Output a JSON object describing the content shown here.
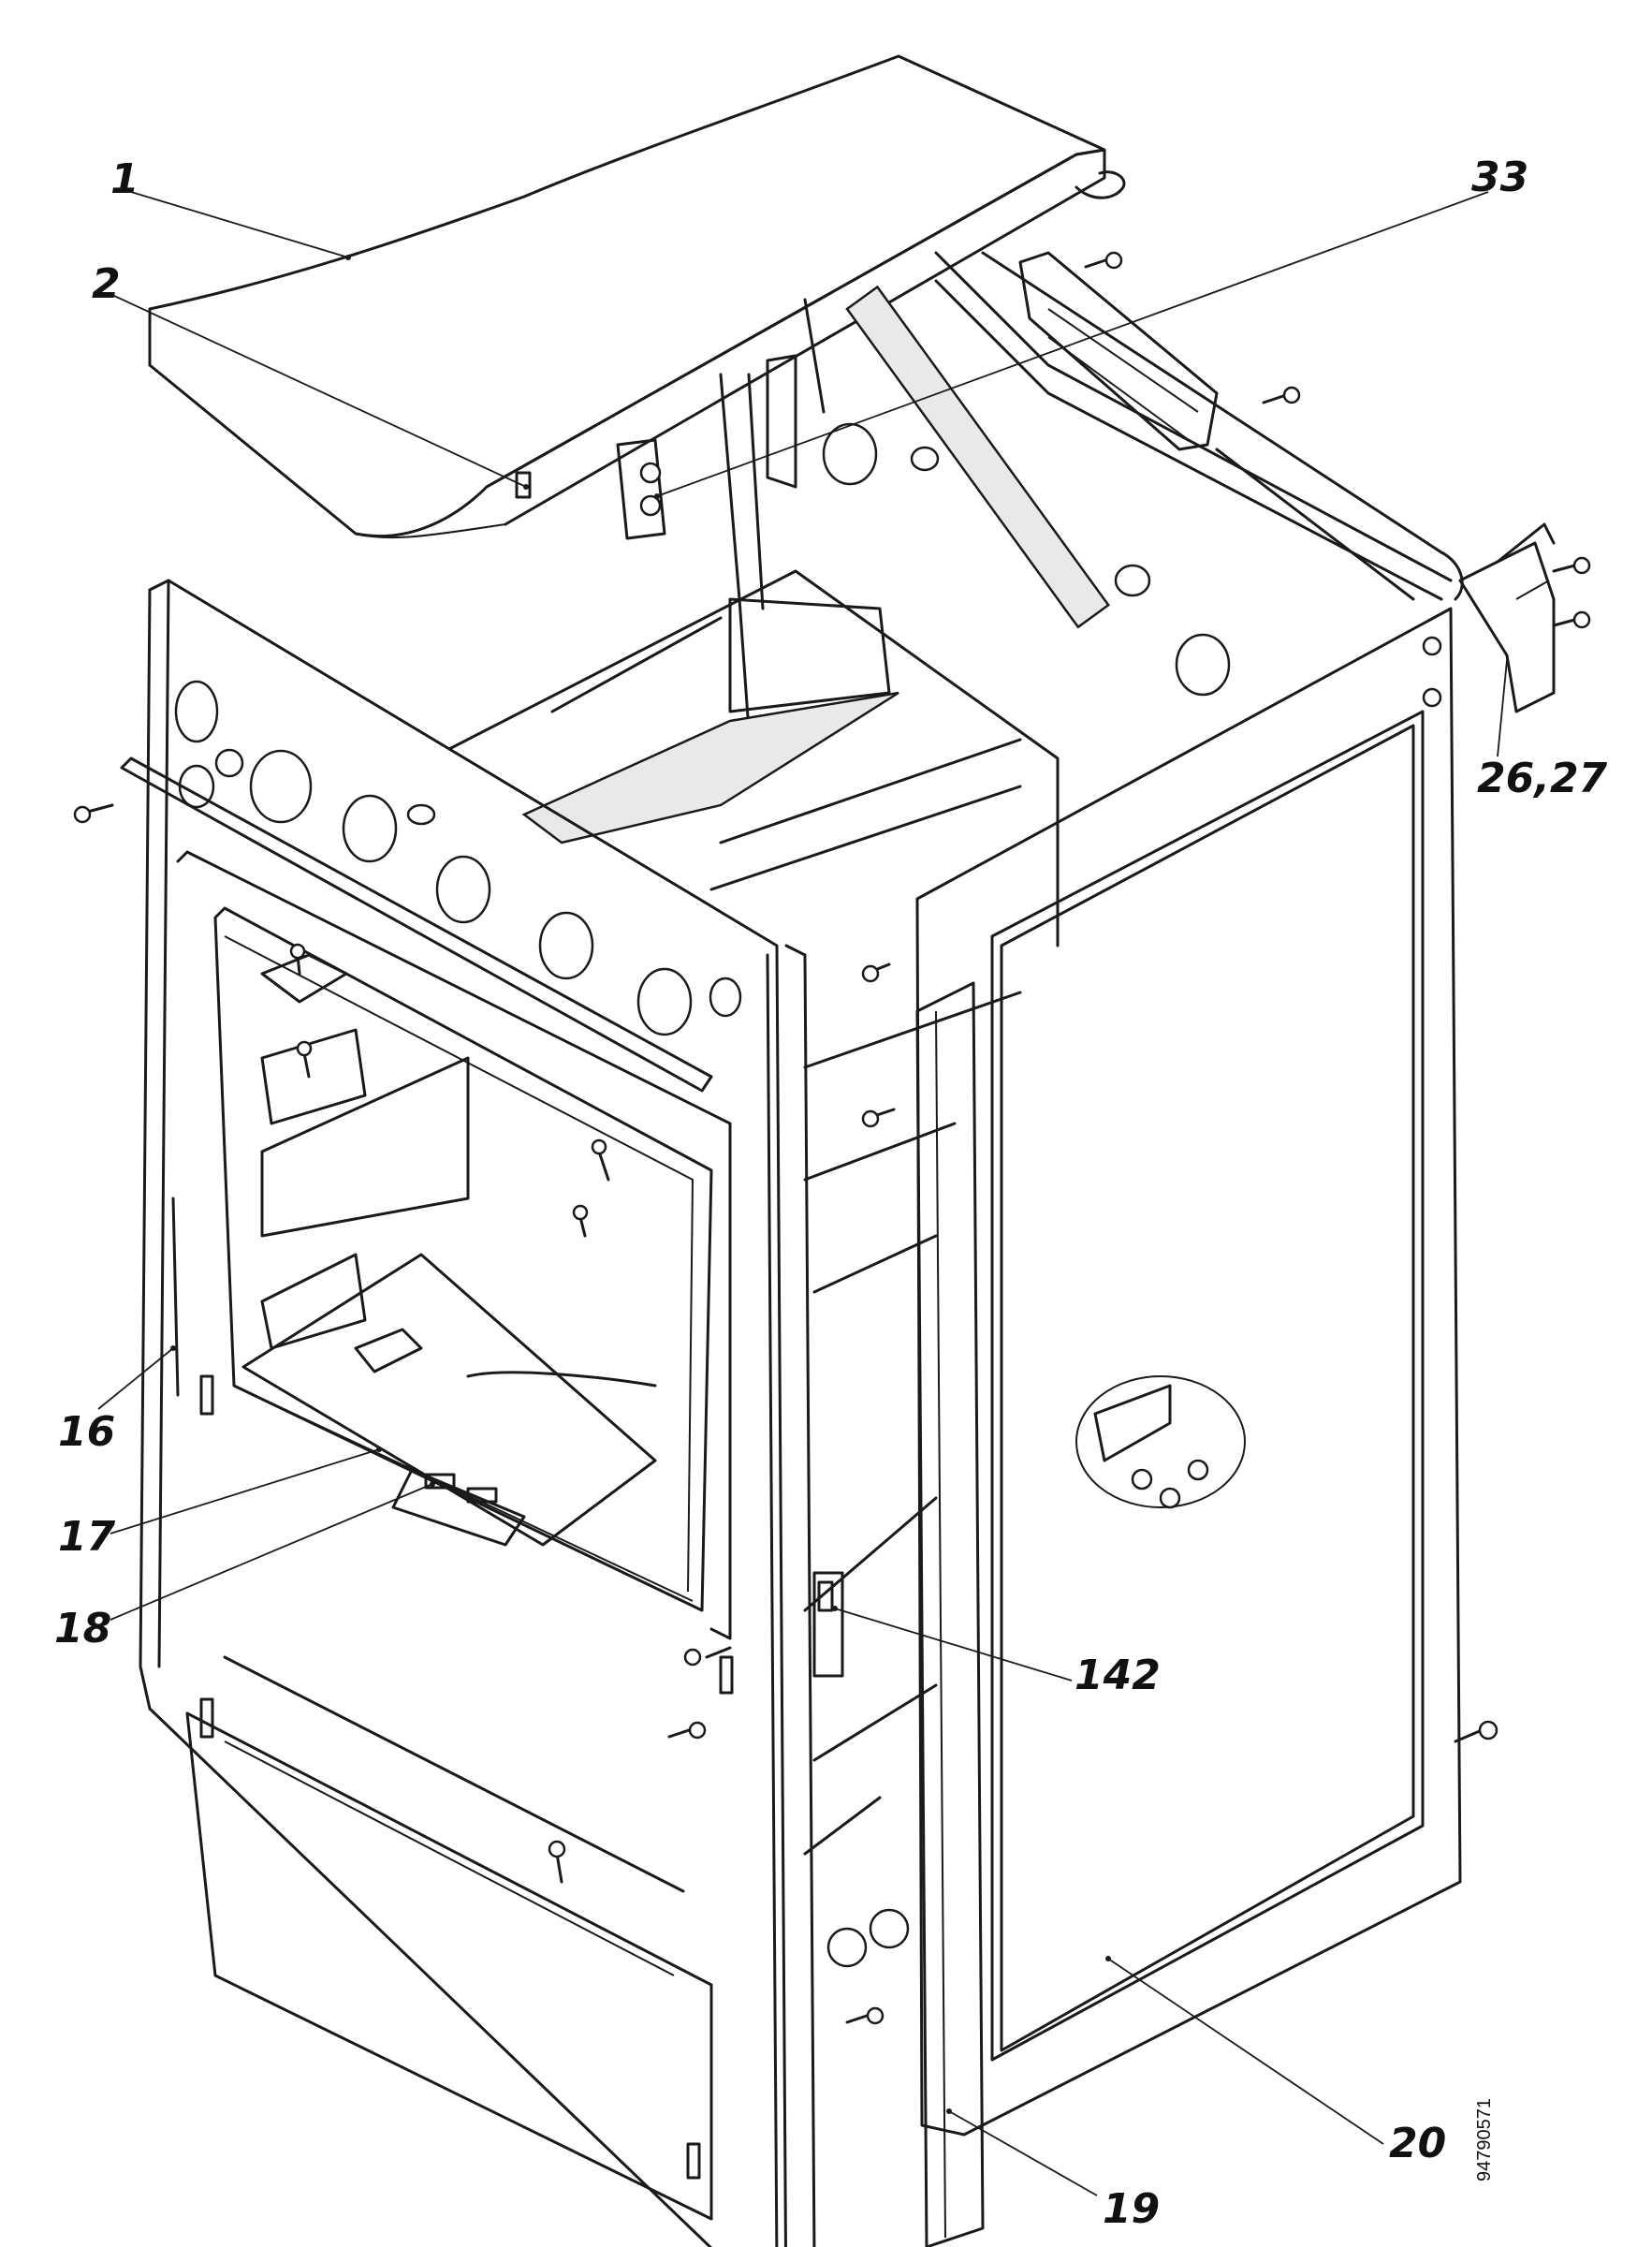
{
  "labels": {
    "p1": "1",
    "p2": "2",
    "p33": "33",
    "p2627": "26,27",
    "p16": "16",
    "p17": "17",
    "p18": "18",
    "p142": "142",
    "p19": "19",
    "p20": "20"
  },
  "document_number": "94790571",
  "icons": {
    "screws": "screw-icon",
    "hinge": "hinge-bracket-icon"
  },
  "colors": {
    "line": "#1a1a1a",
    "paper": "#ffffff"
  }
}
